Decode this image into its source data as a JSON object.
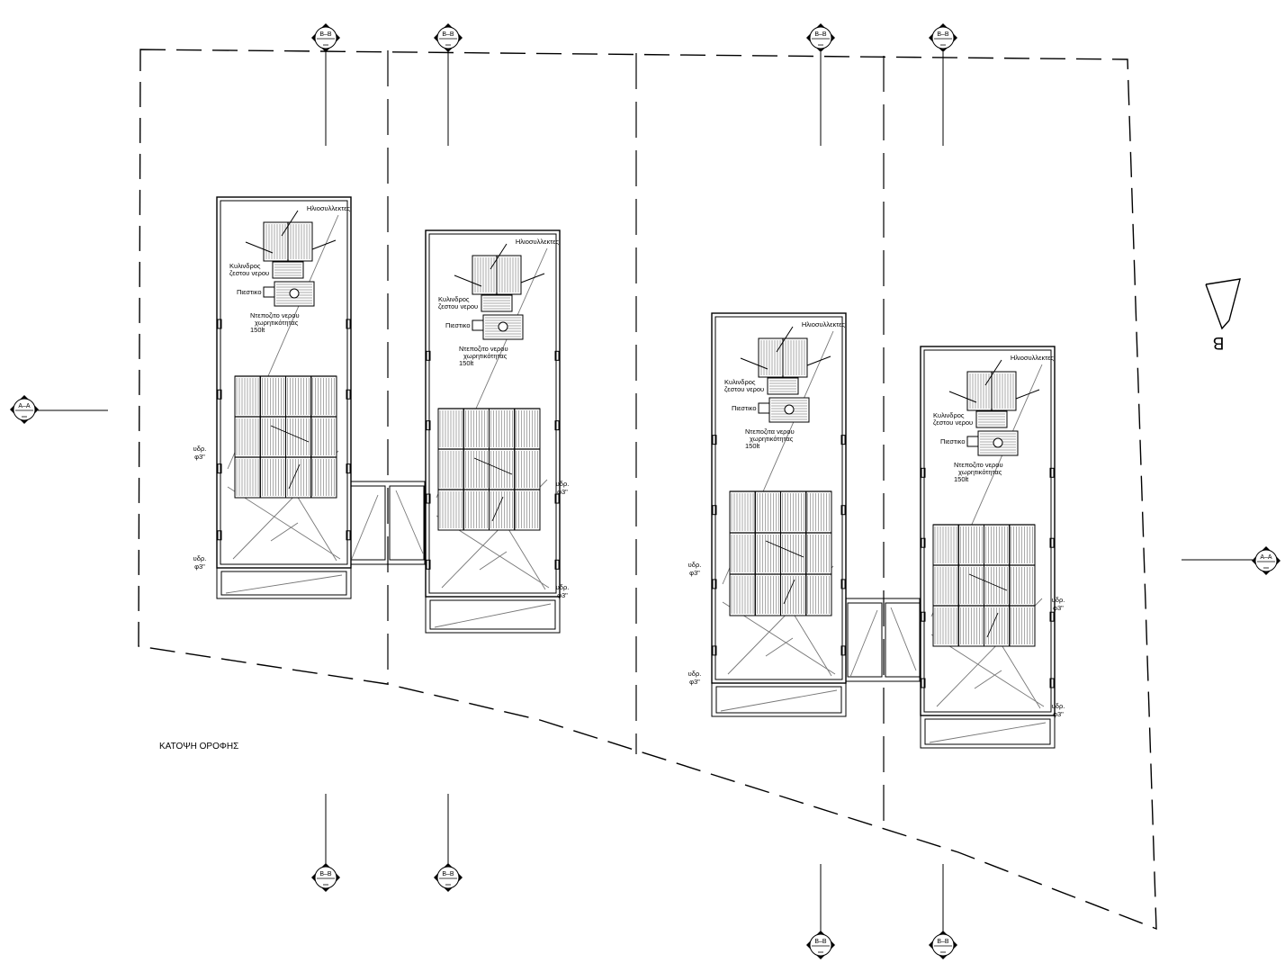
{
  "drawing": {
    "title": "ΚΑΤΟΨΗ ΟΡΟΦΗΣ",
    "north_label": "B"
  },
  "section_markers": {
    "bb": "Β–Β",
    "aa": "Α–Α"
  },
  "units": [
    {
      "collectors": "Ηλιοσυλλεκτες",
      "cylinder_1": "Κυλινδρος",
      "cylinder_2": "ζεστου νερου",
      "pump": "Πιεστικο",
      "tank_1": "Ντεποζιτο νερου",
      "tank_2": "χωρητικότητας",
      "tank_3": "150lt",
      "drain_1": "υδρ.",
      "drain_2": "φ3\"",
      "drain_3": "υδρ.",
      "drain_4": "φ3\""
    },
    {
      "collectors": "Ηλιοσυλλεκτες",
      "cylinder_1": "Κυλινδρος",
      "cylinder_2": "ζεστου νερου",
      "pump": "Πιεστικο",
      "tank_1": "Ντεποζιτο νερου",
      "tank_2": "χωρητικότητας",
      "tank_3": "150lt",
      "drain_1": "υδρ.",
      "drain_2": "φ3\"",
      "drain_3": "υδρ.",
      "drain_4": "φ3\""
    },
    {
      "collectors": "Ηλιοσυλλεκτες",
      "cylinder_1": "Κυλινδρος",
      "cylinder_2": "ζεστου νερου",
      "pump": "Πιεστικο",
      "tank_1": "Ντεποζιτα νερου",
      "tank_2": "χωρητικότητας",
      "tank_3": "150lt",
      "drain_1": "υδρ.",
      "drain_2": "φ3\"",
      "drain_3": "υδρ.",
      "drain_4": "φ3\""
    },
    {
      "collectors": "Ηλιοσυλλεκτες",
      "cylinder_1": "Κυλινδρος",
      "cylinder_2": "ζεστου νερου",
      "pump": "Πιεστικο",
      "tank_1": "Ντεποζιτο νερου",
      "tank_2": "χωρητικότητας",
      "tank_3": "150lt",
      "drain_1": "υδρ.",
      "drain_2": "φ3\"",
      "drain_3": "υδρ.",
      "drain_4": "φ3\""
    }
  ]
}
